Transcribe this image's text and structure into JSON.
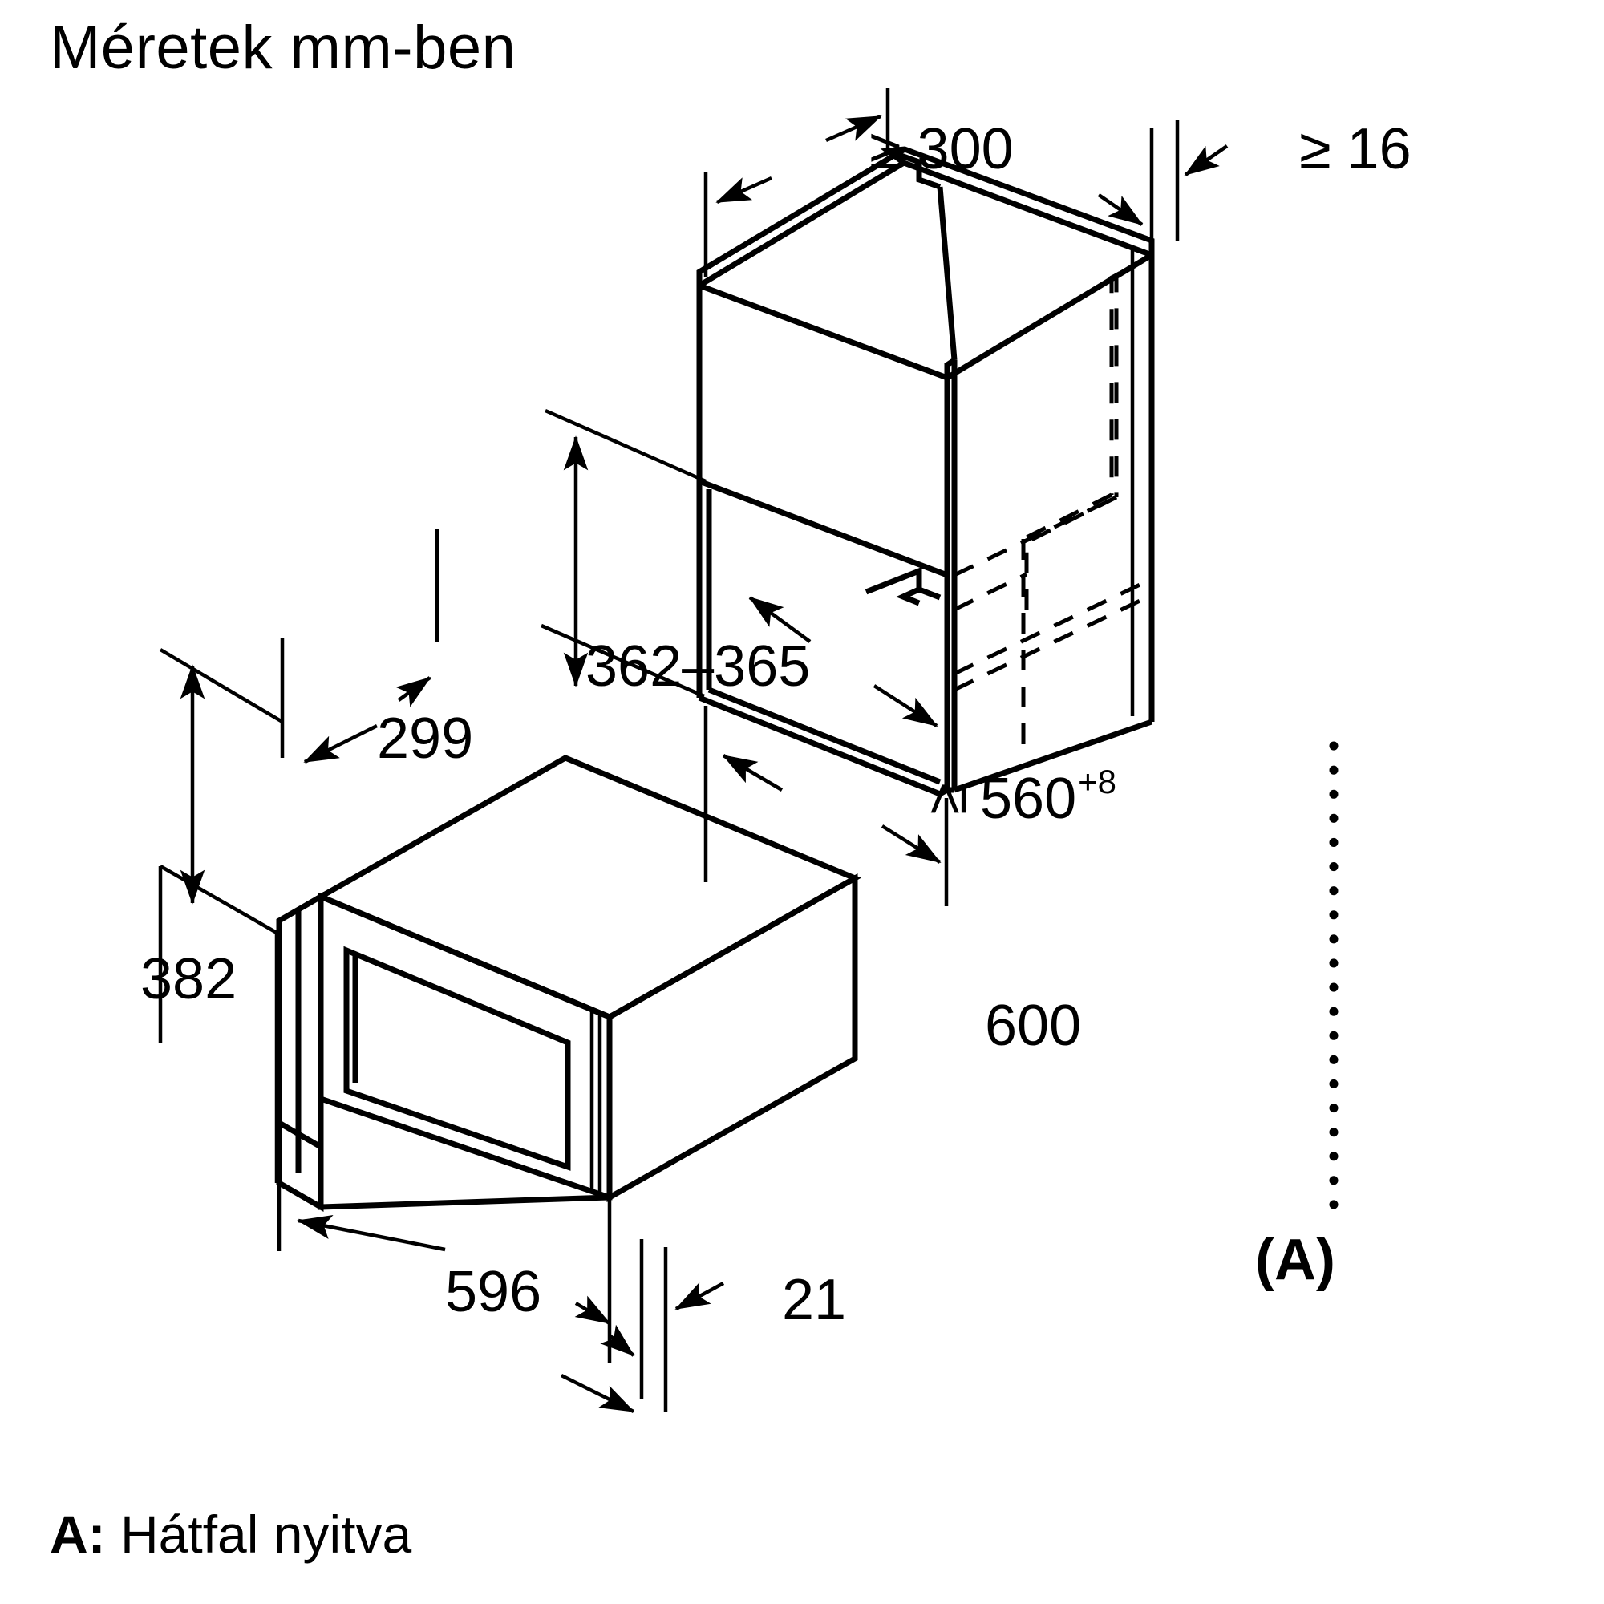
{
  "document": {
    "title": "Méretek mm-ben",
    "footnote_marker": "A:",
    "footnote_text": "Hátfal nyitva",
    "unit": "mm",
    "drawing_type": "installation-dimension-diagram",
    "ink_color": "#000000",
    "background_color": "#ffffff"
  },
  "appliance": {
    "name": "built-in-microwave-oven",
    "dimensions": {
      "depth_label": "299",
      "height_label": "382",
      "width_label": "596",
      "door_trim_label": "21"
    }
  },
  "cabinet": {
    "name": "installation-niche-cabinet",
    "dimensions": {
      "top_clearance_label": "≥ 300",
      "side_panel_label": "≥ 16",
      "niche_height_label": "362–365",
      "niche_width_prefix": "≥",
      "niche_width_value": "560",
      "niche_width_tolerance": "+8",
      "cabinet_width_label": "600"
    }
  },
  "callouts": {
    "a_marker": "(A)"
  }
}
